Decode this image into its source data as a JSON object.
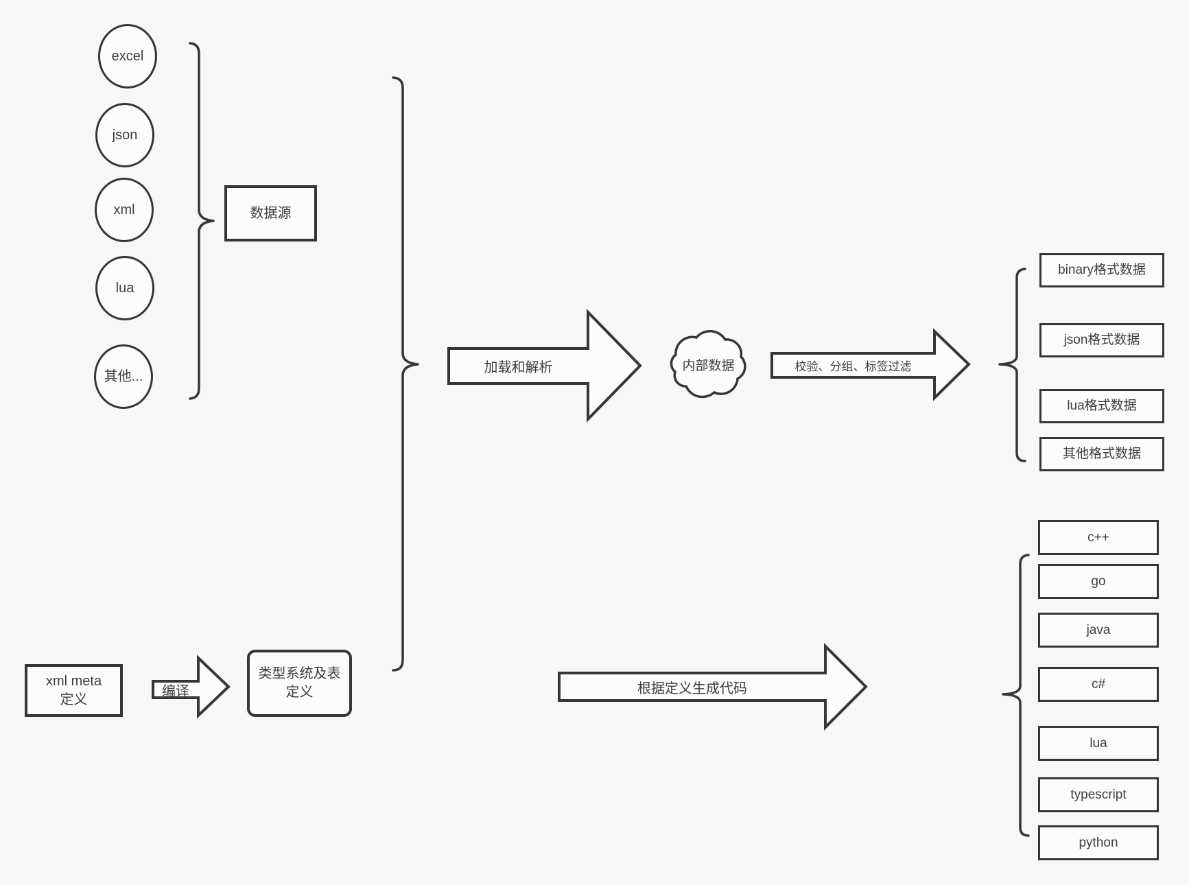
{
  "diagram": {
    "colors": {
      "background": "#f7f7f7",
      "stroke": "#363636",
      "shape_fill": "#fcfcfc",
      "text": "#3d3d3d"
    },
    "sources": {
      "group_label": "数据源",
      "items": [
        {
          "label": "excel"
        },
        {
          "label": "json"
        },
        {
          "label": "xml"
        },
        {
          "label": "lua"
        },
        {
          "label": "其他..."
        }
      ]
    },
    "pipeline": {
      "load_arrow_label": "加载和解析",
      "cloud_label": "内部数据",
      "filter_arrow_label": "校验、分组、标签过滤"
    },
    "formats": [
      {
        "label": "binary格式数据"
      },
      {
        "label": "json格式数据"
      },
      {
        "label": "lua格式数据"
      },
      {
        "label": "其他格式数据"
      }
    ],
    "codegen": {
      "xml_meta_label": "xml meta定义",
      "compile_arrow_label": "编译",
      "type_system_label": "类型系统及表定义",
      "generate_arrow_label": "根据定义生成代码",
      "languages": [
        {
          "label": "c++"
        },
        {
          "label": "go"
        },
        {
          "label": "java"
        },
        {
          "label": "c#"
        },
        {
          "label": "lua"
        },
        {
          "label": "typescript"
        },
        {
          "label": "python"
        }
      ]
    }
  }
}
